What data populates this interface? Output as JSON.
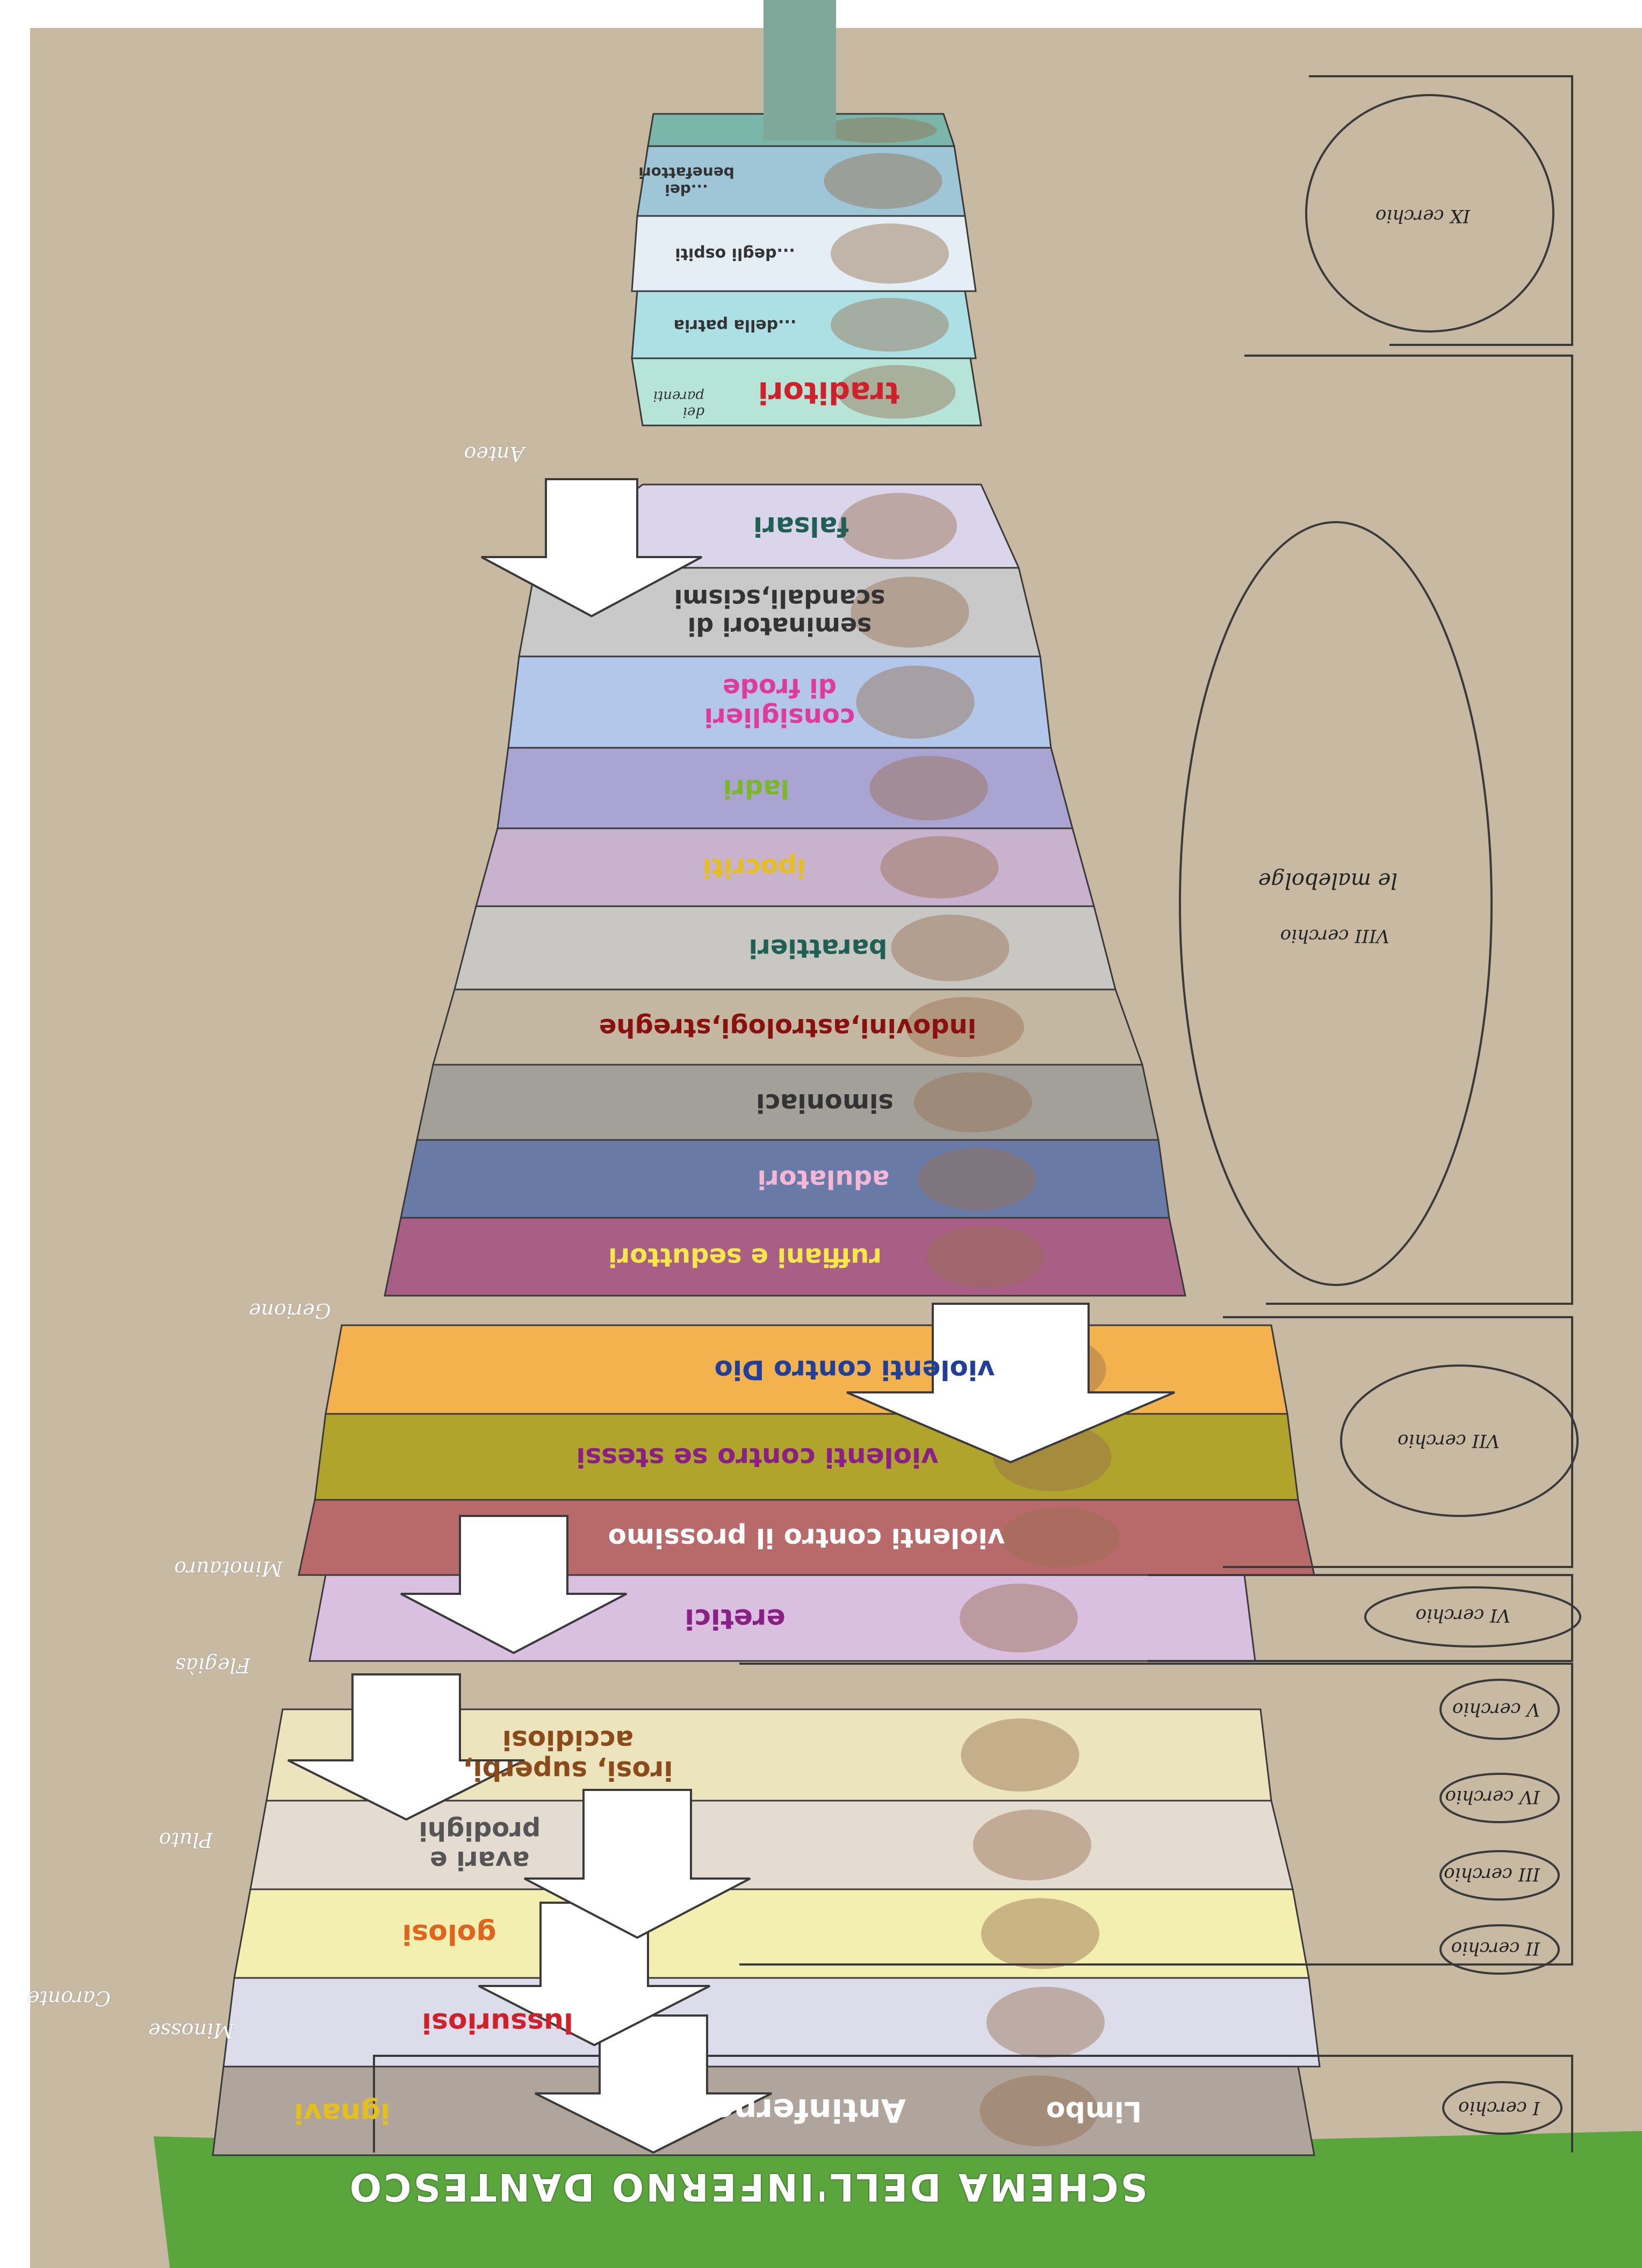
{
  "title": "SCHEMA DELL'INFERNO DANTESCO",
  "zones": {
    "antinferno": "Antinferno",
    "ignavi": "ignavi"
  },
  "bands": [
    {
      "id": "limbo",
      "label": "Limbo",
      "color": "#b0a59d"
    },
    {
      "id": "lussuriosi",
      "label": "lussuriosi",
      "color": "#dcdceb"
    },
    {
      "id": "golosi",
      "label": "golosi",
      "color": "#f3efb0"
    },
    {
      "id": "avari",
      "label": "avari e\nprodighi",
      "color": "#e4dcd0"
    },
    {
      "id": "irosi",
      "label": "irosi, superbi,\naccidiosi",
      "color": "#ece4bc"
    },
    {
      "id": "eretici",
      "label": "eretici",
      "color": "#d9bfe0"
    },
    {
      "id": "prossimo",
      "label": "violenti contro il prossimo",
      "color": "#b86a6a"
    },
    {
      "id": "stessi",
      "label": "violenti contro se stessi",
      "color": "#b0a42c"
    },
    {
      "id": "dio",
      "label": "violenti contro Dio",
      "color": "#f4b24e"
    },
    {
      "id": "ruffiani",
      "label": "ruffiani e seduttori",
      "color": "#a95e86"
    },
    {
      "id": "adulatori",
      "label": "adulatori",
      "color": "#6a7aa6"
    },
    {
      "id": "simoniaci",
      "label": "simoniaci",
      "color": "#a3a09a"
    },
    {
      "id": "indovini",
      "label": "indovini,astrologi,streghe",
      "color": "#c3b7a2"
    },
    {
      "id": "barattieri",
      "label": "barattieri",
      "color": "#c9c7c4"
    },
    {
      "id": "ipocriti",
      "label": "ipocriti",
      "color": "#c9b2cd"
    },
    {
      "id": "ladri",
      "label": "ladri",
      "color": "#a9a4d2"
    },
    {
      "id": "consiglieri",
      "label": "consiglieri\ndi frode",
      "color": "#b3c7ea"
    },
    {
      "id": "seminatori",
      "label": "seminatori di\nscandali,scismi",
      "color": "#c9c9c9"
    },
    {
      "id": "falsari",
      "label": "falsari",
      "color": "#dad5ea"
    },
    {
      "id": "traditori",
      "label": "traditori",
      "color": "#b6e4d7"
    },
    {
      "id": "patria",
      "label": "...della patria",
      "color": "#ade0e4"
    },
    {
      "id": "ospiti",
      "label": "...degli ospiti",
      "color": "#e4eef4"
    },
    {
      "id": "benefattori",
      "label": "...dei\nbenefattori",
      "color": "#9fc6d6"
    },
    {
      "id": "fondo",
      "label": "",
      "color": "#7ab6aa"
    }
  ],
  "traditori_sub": "dei\nparenti",
  "keepers": {
    "caronte": "Caronte",
    "minosse": "Minosse",
    "pluto": "Pluto",
    "flegias": "Flegiàs",
    "minotauro": "Minotauro",
    "gerione": "Gerione",
    "anteo": "Anteo"
  },
  "circles": {
    "c1": "I cerchio",
    "c2": "II cerchio",
    "c3": "III cerchio",
    "c4": "IV cerchio",
    "c5": "V cerchio",
    "c6": "VI cerchio",
    "c7": "VII cerchio",
    "c8": "VIII cerchio",
    "c8sub": "le malebolge",
    "c9": "IX cerchio"
  },
  "colors": {
    "background": "#c8b9a2",
    "grass": "#5aa53c",
    "outline": "#3a3a3a",
    "red_label": "#d0202a",
    "orange_label": "#e0641e",
    "purple_label": "#8a1f86",
    "teal_label": "#1f5f54",
    "pink_label": "#e03a9a",
    "lime_label": "#7ab82a",
    "gold_label": "#e6c01a",
    "blue_label": "#1f3f9a",
    "light_pink_label": "#f6b6d6"
  }
}
